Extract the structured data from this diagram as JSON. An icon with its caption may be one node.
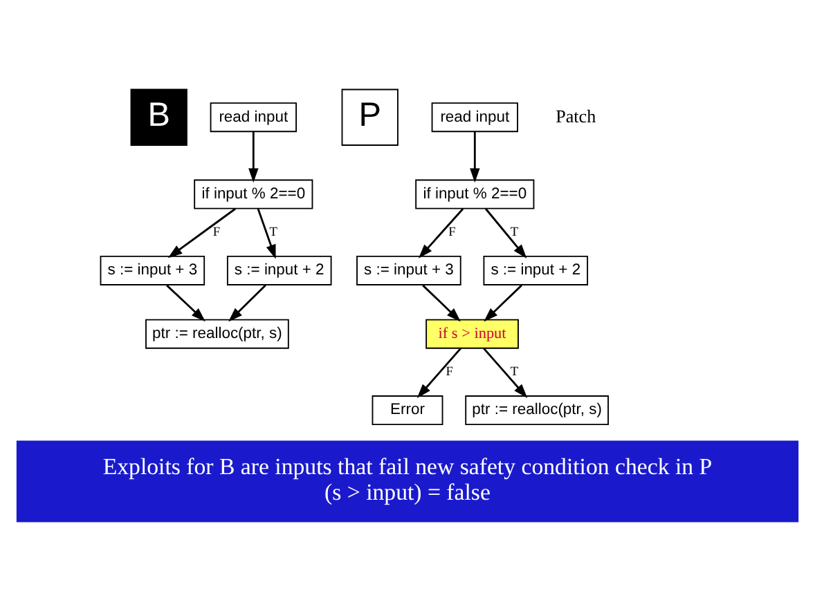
{
  "diagram": {
    "nodes": [
      {
        "text": [
          "B"
        ]
      },
      {
        "text": [
          "read input"
        ]
      },
      {
        "text": [
          "if input % 2==0"
        ]
      },
      {
        "text": [
          "s := input + 3"
        ]
      },
      {
        "text": [
          "s := input + 2"
        ]
      },
      {
        "text": [
          "ptr := realloc(ptr, s)"
        ]
      },
      {
        "text": [
          "P"
        ]
      },
      {
        "text": [
          "read input"
        ]
      },
      {
        "text": [
          "if input % 2==0"
        ]
      },
      {
        "text": [
          "s := input + 3"
        ]
      },
      {
        "text": [
          "s := input + 2"
        ]
      },
      {
        "text": [
          "if s > input"
        ]
      },
      {
        "text": [
          "Error"
        ]
      },
      {
        "text": [
          "ptr := realloc(ptr, s)"
        ]
      },
      {
        "text": [
          "Exploits for B are inputs that fail new safety condition check in P",
          "(s > input) = false"
        ]
      }
    ],
    "edges": [
      {
        "from": 1,
        "to": 2,
        "arrow": "to"
      },
      {
        "from": 2,
        "to": 3,
        "arrow": "to",
        "label": "F"
      },
      {
        "from": 2,
        "to": 4,
        "arrow": "to",
        "label": "T"
      },
      {
        "from": 3,
        "to": 5,
        "arrow": "to"
      },
      {
        "from": 4,
        "to": 5,
        "arrow": "to"
      },
      {
        "from": 7,
        "to": 8,
        "arrow": "to"
      },
      {
        "from": 8,
        "to": 9,
        "arrow": "to",
        "label": "F"
      },
      {
        "from": 8,
        "to": 10,
        "arrow": "to",
        "label": "T"
      },
      {
        "from": 9,
        "to": 11,
        "arrow": "to"
      },
      {
        "from": 10,
        "to": 11,
        "arrow": "to"
      },
      {
        "from": 11,
        "to": 12,
        "arrow": "to",
        "label": "F"
      },
      {
        "from": 11,
        "to": 13,
        "arrow": "to",
        "label": "T"
      }
    ],
    "labels": [
      "Patch"
    ]
  }
}
